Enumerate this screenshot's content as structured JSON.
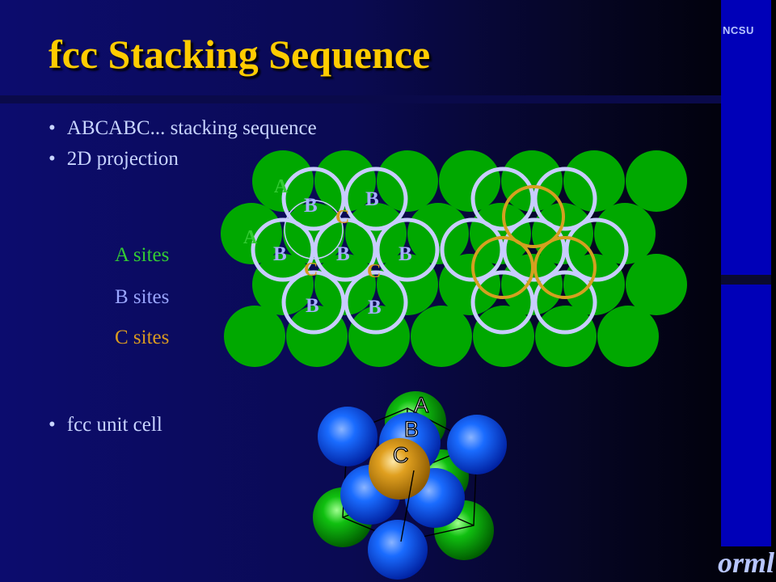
{
  "header": {
    "title": "fcc Stacking Sequence",
    "logo_text": "NCSU",
    "footer_logo": "orml"
  },
  "bullets": [
    {
      "text": "ABCABC...  stacking sequence"
    },
    {
      "text": "2D projection"
    }
  ],
  "unit_bullet": "fcc unit cell",
  "legend": {
    "a_sites": "A sites",
    "b_sites": "B sites",
    "c_sites": "C sites"
  },
  "projection": {
    "label_a": "A",
    "label_b": "B",
    "label_c": "C"
  },
  "unit_cell": {
    "label_a": "A",
    "label_b": "B",
    "label_c": "C"
  },
  "colors": {
    "a_sites": "#00a800",
    "b_sites": "#c8ccff",
    "c_sites": "#d4a020",
    "title": "#ffcc00",
    "sidebar": "#0000b8"
  }
}
